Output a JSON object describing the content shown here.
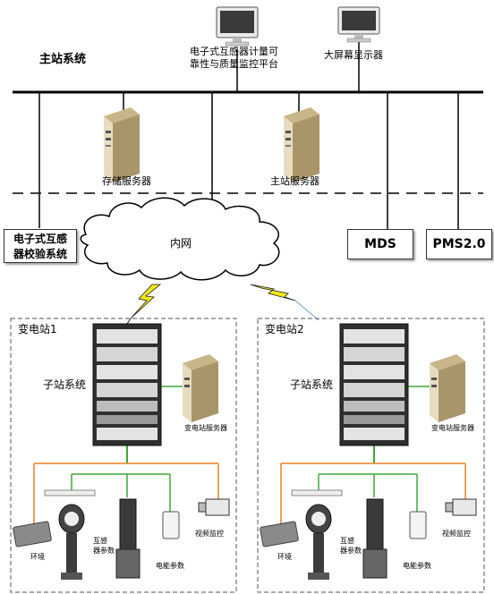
{
  "header": {
    "system_title": "主站系统",
    "platform_label_line1": "电子式互感器计量可",
    "platform_label_line2": "靠性与质量监控平台",
    "display_label": "大屏幕显示器"
  },
  "servers": {
    "storage_label": "存储服务器",
    "master_label": "主站服务器"
  },
  "systems": {
    "calibration_line1": "电子式互感",
    "calibration_line2": "器校验系统",
    "mds_label": "MDS",
    "pms_label": "PMS2.0",
    "intranet_label": "内网"
  },
  "substations": [
    {
      "title": "变电站1",
      "subsystem_label": "子站系统",
      "server_label": "变电站服务器",
      "env_label": "环境",
      "transformer_label_line1": "互感",
      "transformer_label_line2": "器参数",
      "power_label": "电能参数",
      "video_label": "视频监控"
    },
    {
      "title": "变电站2",
      "subsystem_label": "子站系统",
      "server_label": "变电站服务器",
      "env_label": "环境",
      "transformer_label_line1": "互感",
      "transformer_label_line2": "器参数",
      "power_label": "电能参数",
      "video_label": "视频监控"
    }
  ],
  "colors": {
    "green_line": "#3aaa35",
    "orange_line": "#e8821e",
    "lightning": "#f2ea1a",
    "server_tan": "#d8c8a0",
    "rack": "#444444"
  }
}
